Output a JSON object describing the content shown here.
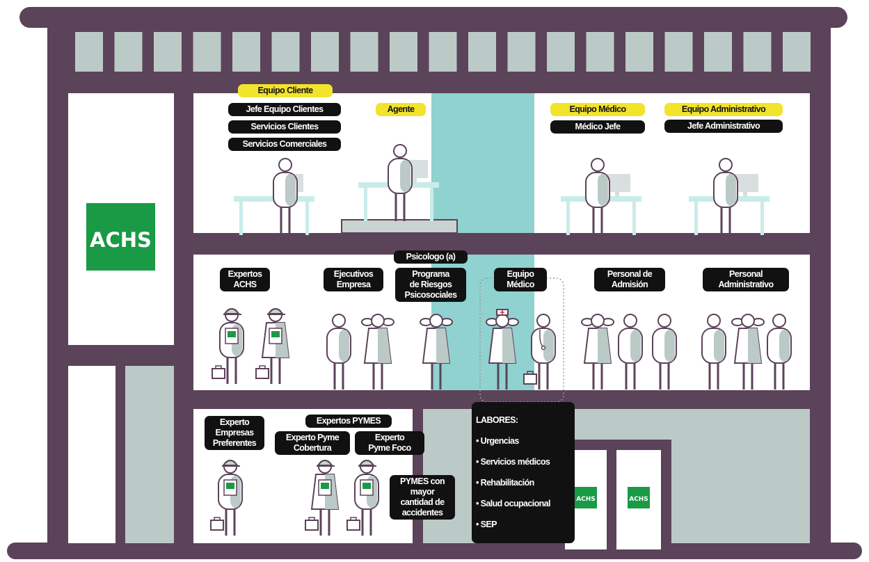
{
  "brand": {
    "name": "ACHS",
    "colors": {
      "frame": "#5b4359",
      "glass": "#bccac7",
      "accent_teal": "#8fd2cf",
      "brand_green": "#1a9a45",
      "label_dark": "#111111",
      "label_yellow": "#f2e32b"
    }
  },
  "icons": {
    "person": "person-icon",
    "briefcase": "briefcase-icon",
    "desk": "desk-icon",
    "nurse_cap": "nurse-cap-icon"
  },
  "floor3": {
    "equipo_cliente": {
      "header": "Equipo Cliente",
      "roles": [
        "Jefe Equipo Clientes",
        "Servicios Clientes",
        "Servicios Comerciales"
      ]
    },
    "agente": "Agente",
    "equipo_medico": {
      "header": "Equipo Médico",
      "role": "Médico Jefe"
    },
    "equipo_administrativo": {
      "header": "Equipo Administrativo",
      "role": "Jefe Administrativo"
    }
  },
  "floor2": {
    "expertos_achs": "Expertos\nACHS",
    "ejecutivos_empresa": "Ejecutivos\nEmpresa",
    "psicologo": "Psicologo (a)",
    "programa_riesgos": "Programa\nde Riesgos\nPsicosociales",
    "equipo_medico": "Equipo\nMédico",
    "personal_admision": "Personal de\nAdmisión",
    "personal_administrativo": "Personal\nAdministrativo"
  },
  "labores": {
    "title": "LABORES:",
    "items": [
      "• Urgencias",
      "• Servicios médicos",
      "• Rehabilitación",
      "• Salud ocupacional",
      "• SEP"
    ]
  },
  "floor1": {
    "experto_empresas_preferentes": "Experto\nEmpresas\nPreferentes",
    "expertos_pymes": "Expertos PYMES",
    "experto_pyme_cobertura": "Experto Pyme\nCobertura",
    "experto_pyme_foco": "Experto\nPyme Foco",
    "pymes_accidentes": "PYMES con\nmayor\ncantidad de\naccidentes"
  }
}
